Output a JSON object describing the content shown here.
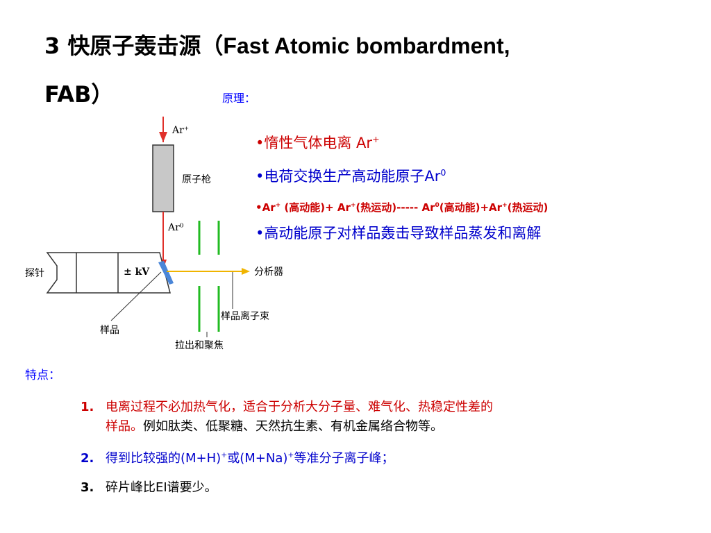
{
  "title": {
    "line1_num": "3",
    "line1_cn": "快原子轰击源（",
    "line1_en": "Fast Atomic bombardment,",
    "line2": "FAB）"
  },
  "principle_label": "原理：",
  "bullets": {
    "b1_text": "•惰性气体电离 Ar",
    "b1_sup": "+",
    "b2_text": "•电荷交换生产高动能原子Ar",
    "b2_sup": "0",
    "b3": {
      "p1": "•Ar",
      "s1": "+",
      "p2": " (高动能)+ Ar",
      "s2": "+",
      "p3": "(热运动)----- Ar",
      "s3": "0",
      "p4": "(高动能)+Ar",
      "s4": "+",
      "p5": "(热运动)"
    },
    "b4_text": "•高动能原子对样品轰击导致样品蒸发和离解"
  },
  "diagram": {
    "ar_plus": "Ar⁺",
    "atom_gun": "原子枪",
    "ar_zero": "Ar⁰",
    "probe": "探针",
    "kv": "± kV",
    "analyzer": "分析器",
    "sample": "样品",
    "ion_beam": "样品离子束",
    "extract_focus": "拉出和聚焦"
  },
  "features_label": "特点：",
  "features": {
    "f1_num": "1.",
    "f1_red_line1": "电离过程不必加热气化，适合于分析大分子量、难气化、热稳定性差的",
    "f1_red_line2": "样品。",
    "f1_black_line2": "例如肽类、低聚糖、天然抗生素、有机金属络合物等。",
    "f2_num": "2.",
    "f2_p1": "得到比较强的(M+H)",
    "f2_s1": "+",
    "f2_p2": "或(M+Na)",
    "f2_s2": "+",
    "f2_p3": "等准分子离子峰；",
    "f3_num": "3.",
    "f3_text": "碎片峰比EI谱要少。"
  },
  "colors": {
    "red_text": "#cc0000",
    "blue_text": "#0000cc",
    "arrow_red": "#e0302a",
    "beam_yellow": "#f0b400",
    "lens_green": "#22bb22",
    "gun_gray": "#c8c8c8",
    "tip_blue": "#4a86d8"
  }
}
